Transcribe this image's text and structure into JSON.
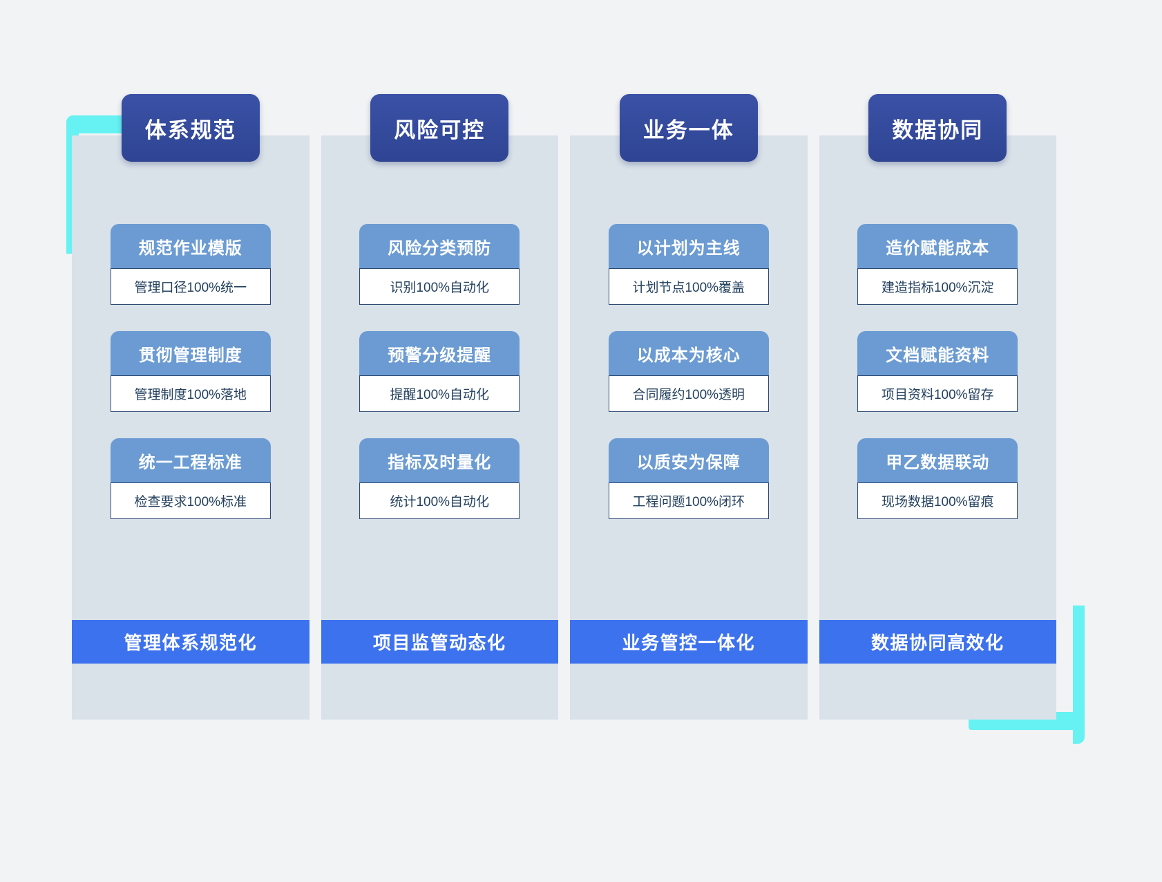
{
  "theme": {
    "page_background": "#f2f3f5",
    "panel_background": "#d9e1e9",
    "header_pill": "#33499c",
    "card_header": "#6b9bd2",
    "card_body_background": "#ffffff",
    "card_body_border": "#2e4a73",
    "banner": "#3d72ee",
    "accent_cyan": "#66f2f2"
  },
  "columns": [
    {
      "header": "体系规范",
      "cards": [
        {
          "title": "规范作业模版",
          "detail": "管理口径100%统一"
        },
        {
          "title": "贯彻管理制度",
          "detail": "管理制度100%落地"
        },
        {
          "title": "统一工程标准",
          "detail": "检查要求100%标准"
        }
      ],
      "banner": "管理体系规范化"
    },
    {
      "header": "风险可控",
      "cards": [
        {
          "title": "风险分类预防",
          "detail": "识别100%自动化"
        },
        {
          "title": "预警分级提醒",
          "detail": "提醒100%自动化"
        },
        {
          "title": "指标及时量化",
          "detail": "统计100%自动化"
        }
      ],
      "banner": "项目监管动态化"
    },
    {
      "header": "业务一体",
      "cards": [
        {
          "title": "以计划为主线",
          "detail": "计划节点100%覆盖"
        },
        {
          "title": "以成本为核心",
          "detail": "合同履约100%透明"
        },
        {
          "title": "以质安为保障",
          "detail": "工程问题100%闭环"
        }
      ],
      "banner": "业务管控一体化"
    },
    {
      "header": "数据协同",
      "cards": [
        {
          "title": "造价赋能成本",
          "detail": "建造指标100%沉淀"
        },
        {
          "title": "文档赋能资料",
          "detail": "项目资料100%留存"
        },
        {
          "title": "甲乙数据联动",
          "detail": "现场数据100%留痕"
        }
      ],
      "banner": "数据协同高效化"
    }
  ]
}
